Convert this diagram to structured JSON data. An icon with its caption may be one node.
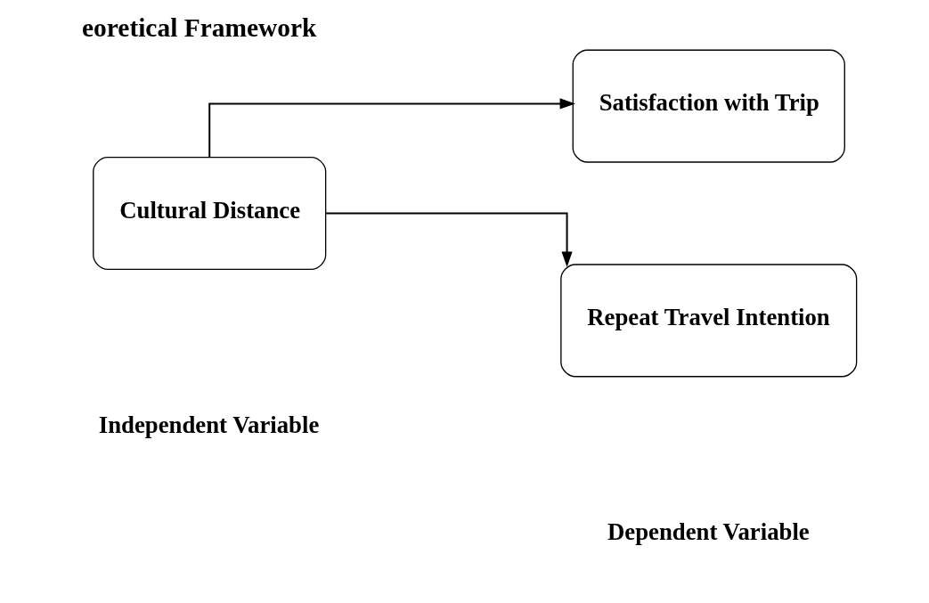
{
  "diagram": {
    "title": "eoretical Framework",
    "nodes": [
      {
        "text": [
          "Cultural Distance"
        ]
      },
      {
        "text": [
          "Satisfaction with Trip"
        ]
      },
      {
        "text": [
          "Repeat Travel Intention"
        ]
      }
    ],
    "edges": [
      {
        "from": 0,
        "to": 1,
        "arrow": "to"
      },
      {
        "from": 0,
        "to": 2,
        "arrow": "to"
      }
    ],
    "labels": [
      "Independent Variable",
      "Dependent Variable"
    ]
  }
}
